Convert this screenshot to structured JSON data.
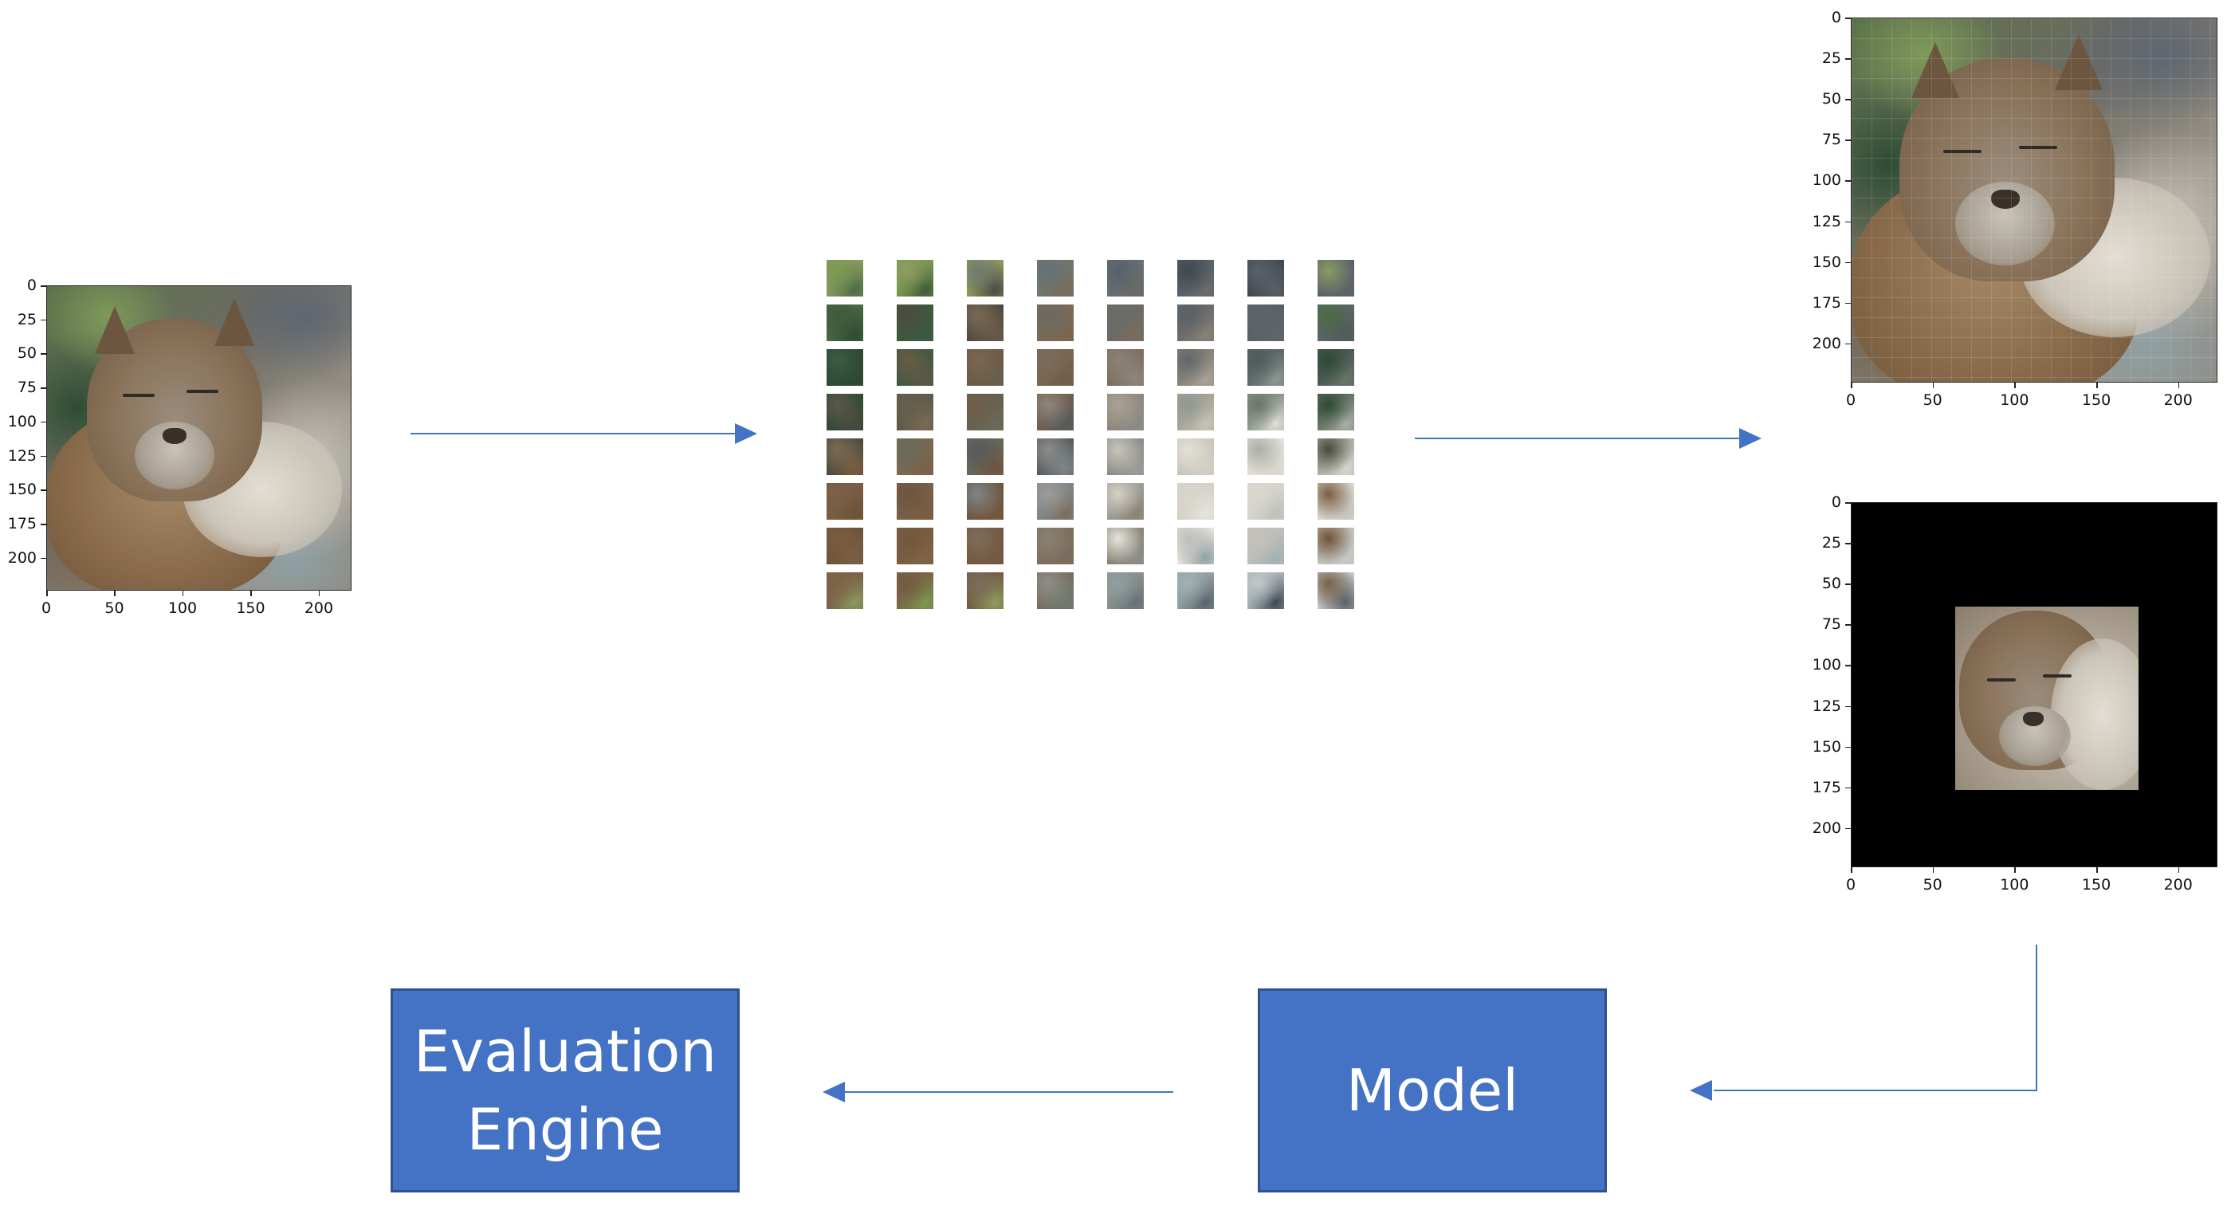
{
  "input_plot": {
    "yticks": [
      "0",
      "25",
      "50",
      "75",
      "100",
      "125",
      "150",
      "175",
      "200"
    ],
    "xticks": [
      "0",
      "50",
      "100",
      "150",
      "200"
    ]
  },
  "reconstructed_plot": {
    "yticks": [
      "0",
      "25",
      "50",
      "75",
      "100",
      "125",
      "150",
      "175",
      "200"
    ],
    "xticks": [
      "0",
      "50",
      "100",
      "150",
      "200"
    ]
  },
  "masked_plot": {
    "yticks": [
      "0",
      "25",
      "50",
      "75",
      "100",
      "125",
      "150",
      "175",
      "200"
    ],
    "xticks": [
      "0",
      "50",
      "100",
      "150",
      "200"
    ]
  },
  "patch_grid": {
    "rows": 8,
    "cols": 8
  },
  "boxes": {
    "evaluation": "Evaluation\nEngine",
    "model": "Model"
  },
  "colors": {
    "box_fill": "#4472c4",
    "box_border": "#2f528f",
    "arrow": "#4472c4"
  }
}
